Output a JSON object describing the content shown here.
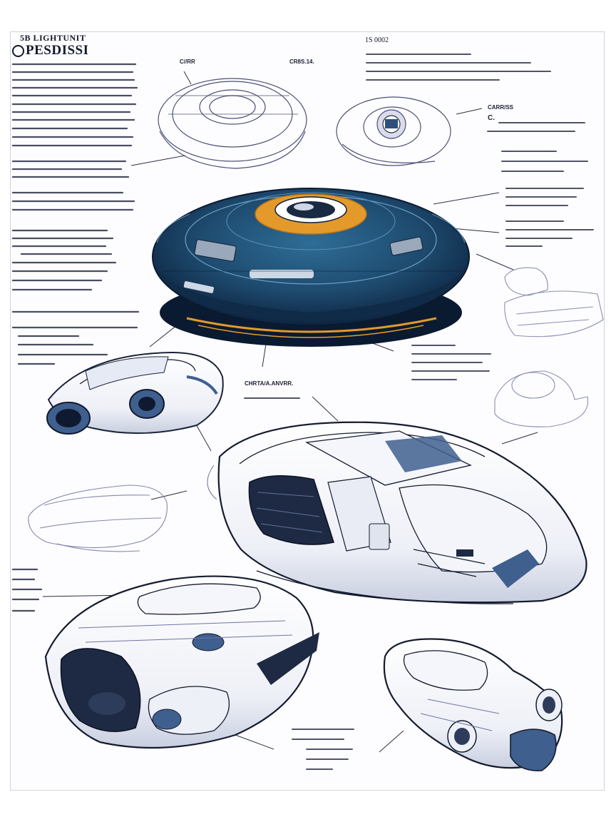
{
  "header": {
    "top_label": "5B LIGHTUNIT",
    "logo_text": "PESDISSI",
    "sheet_number": "1S 0002"
  },
  "notes": {
    "small_saucer_label": "C//RR",
    "mid_label": "CR8S.14.",
    "right_label_1": "CARR/SS",
    "right_label_2": "C.",
    "center_callout": "CHRTA/A.ANVRR."
  },
  "colors": {
    "ink": "#1a2138",
    "saucer_body": "#1e4a6e",
    "saucer_dark": "#0d2440",
    "accent_orange": "#e39a2a",
    "pod_shade": "#3f5f8e",
    "paper": "#fdfdff"
  }
}
